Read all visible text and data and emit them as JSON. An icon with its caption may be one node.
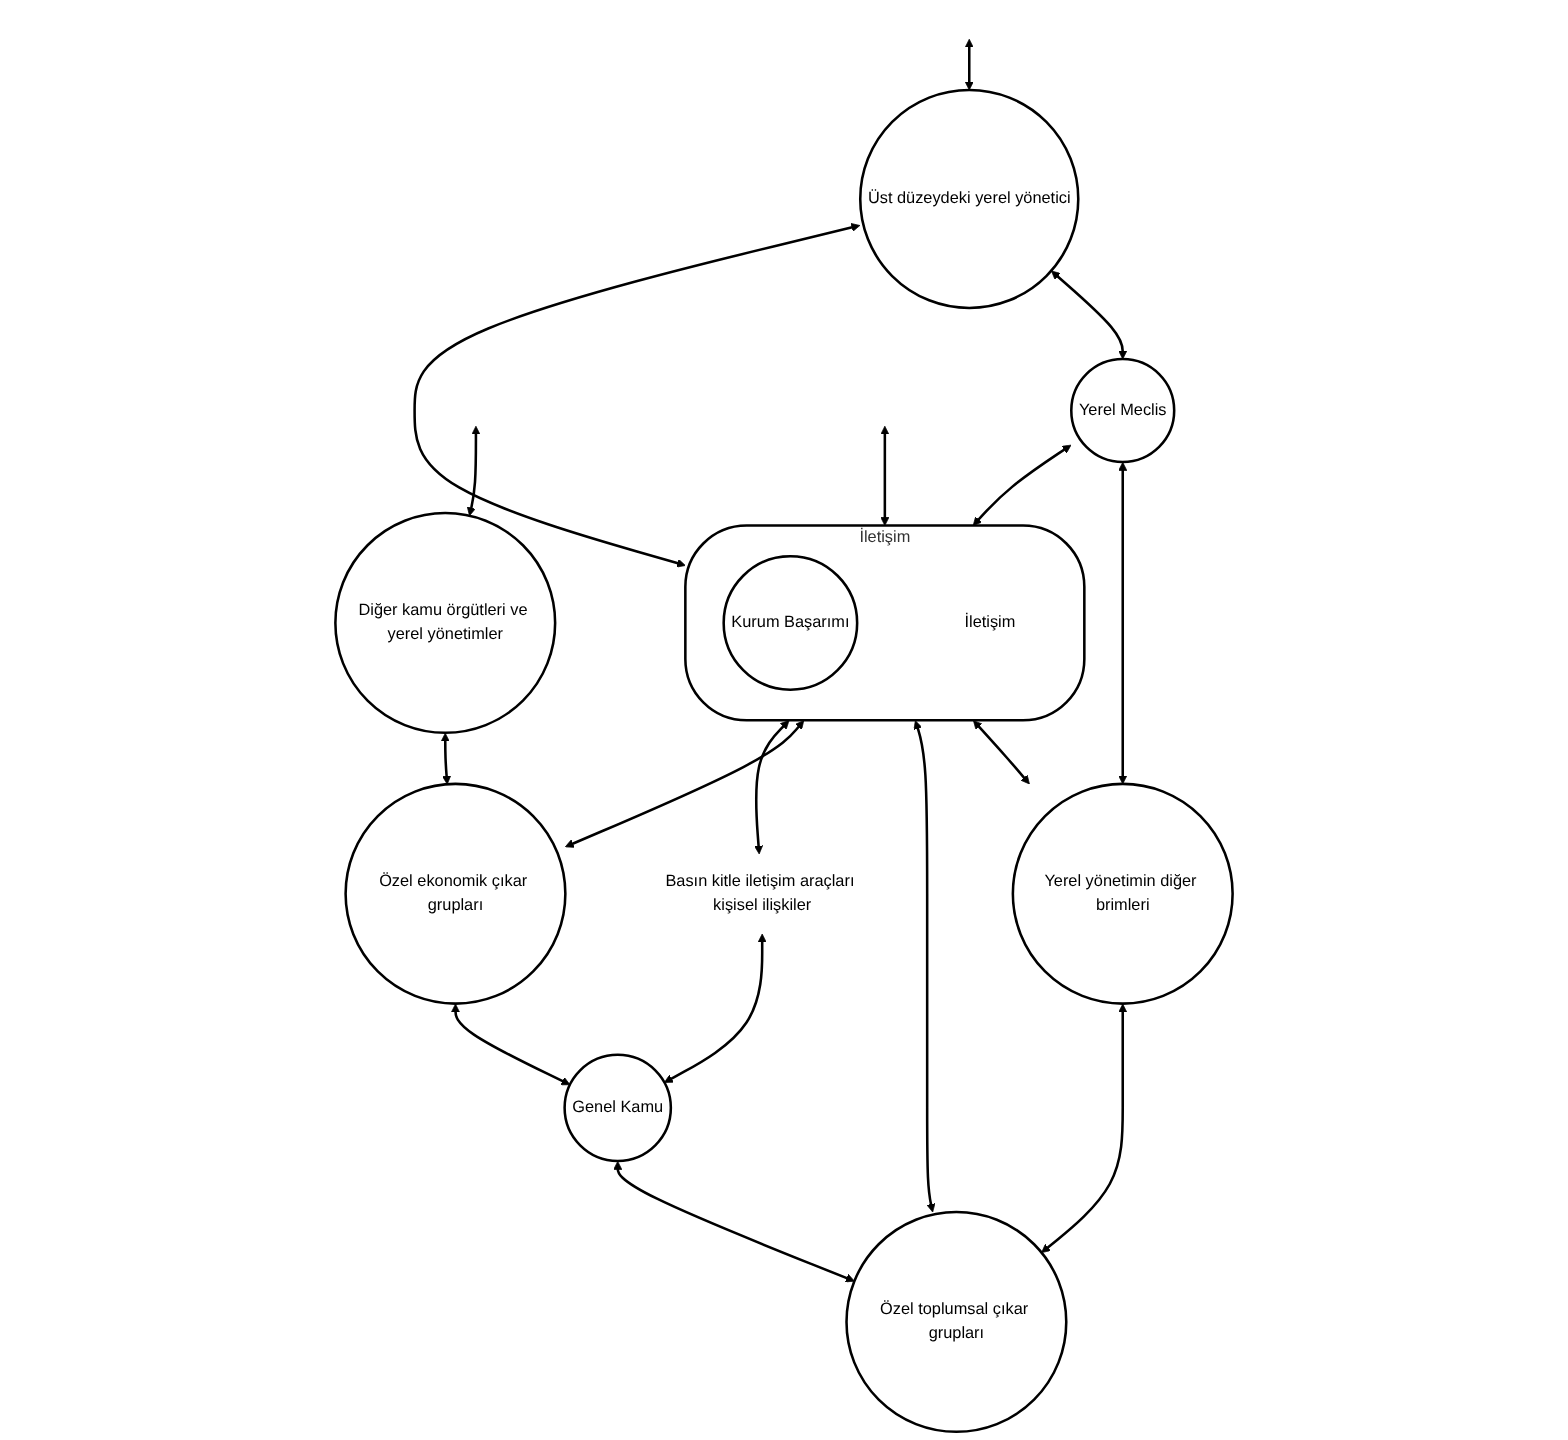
{
  "diagram": {
    "nodes": [
      {
        "text": [
          "Üst düzeydeki yerel yönetici"
        ]
      },
      {
        "text": [
          "Yerel Meclis"
        ]
      },
      {
        "text": [
          "İletişim",
          "İletişim"
        ]
      },
      {
        "text": [
          "Kurum Başarımı"
        ],
        "in": 2
      },
      {
        "text": [
          "Diğer kamu örgütleri ve yerel yönetimler"
        ]
      },
      {
        "text": [
          "Yerel yönetimin diğer brimleri"
        ]
      },
      {
        "text": [
          "Basın kitle iletişim araçları kişisel ilişkiler"
        ]
      },
      {
        "text": [
          "Özel toplumsal çıkar grupları"
        ]
      },
      {
        "text": [
          "Özel ekonomik çıkar grupları"
        ]
      },
      {
        "text": [
          "Genel Kamu"
        ]
      }
    ],
    "edges": [
      {
        "from": null,
        "to": 0,
        "arrow": "both"
      },
      {
        "from": null,
        "to": 4,
        "arrow": "both"
      },
      {
        "from": null,
        "to": 2,
        "arrow": "both"
      },
      {
        "from": 0,
        "to": 1,
        "arrow": "both"
      },
      {
        "from": 0,
        "to": 2,
        "arrow": "both"
      },
      {
        "from": 1,
        "to": 2,
        "arrow": "both"
      },
      {
        "from": 1,
        "to": 5,
        "arrow": "both"
      },
      {
        "from": 2,
        "to": 5,
        "arrow": "both"
      },
      {
        "from": 5,
        "to": 7,
        "arrow": "both"
      },
      {
        "from": 2,
        "to": 7,
        "arrow": "both"
      },
      {
        "from": 2,
        "to": 8,
        "arrow": "both"
      },
      {
        "from": 4,
        "to": 8,
        "arrow": "both"
      },
      {
        "from": 8,
        "to": 9,
        "arrow": "both"
      },
      {
        "from": 9,
        "to": 7,
        "arrow": "both"
      },
      {
        "from": 2,
        "to": 6,
        "arrow": "both"
      },
      {
        "from": 6,
        "to": 9,
        "arrow": "both"
      }
    ]
  }
}
